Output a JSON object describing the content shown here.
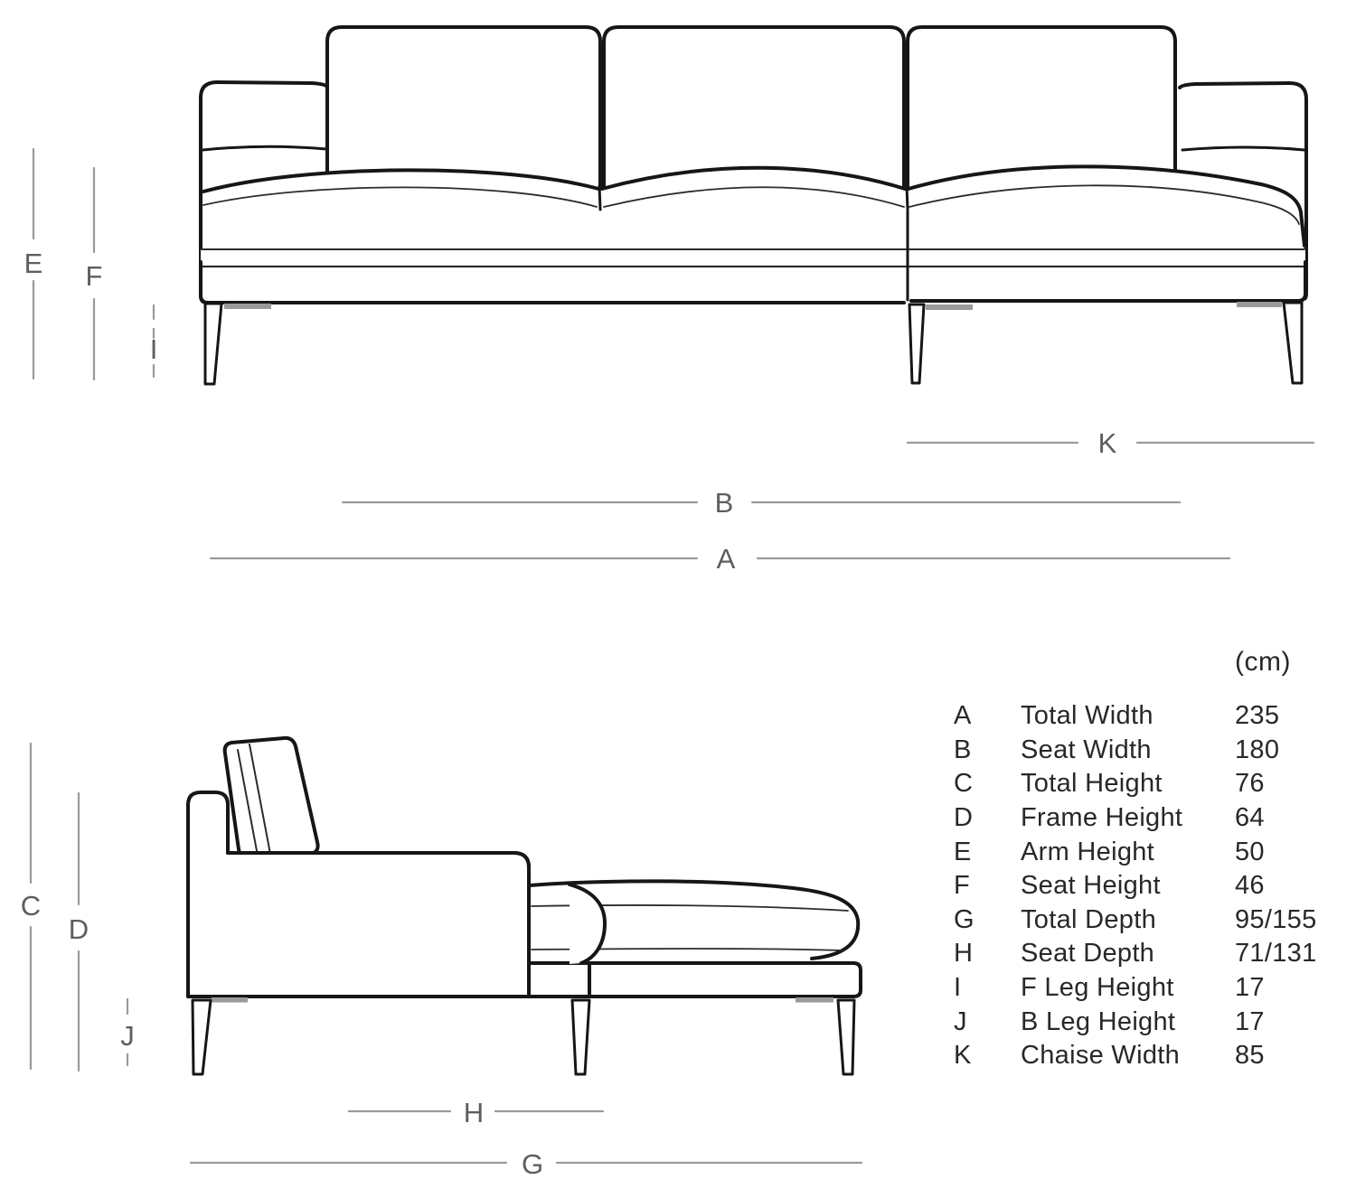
{
  "front_view": {
    "labels": {
      "E": "E",
      "F": "F",
      "I": "I",
      "K": "K",
      "B": "B",
      "A": "A"
    }
  },
  "side_view": {
    "labels": {
      "C": "C",
      "D": "D",
      "J": "J",
      "H": "H",
      "G": "G"
    }
  },
  "spec_table": {
    "unit": "(cm)",
    "rows": [
      {
        "letter": "A",
        "label": "Total Width",
        "value": "235"
      },
      {
        "letter": "B",
        "label": "Seat Width",
        "value": "180"
      },
      {
        "letter": "C",
        "label": "Total Height",
        "value": "76"
      },
      {
        "letter": "D",
        "label": "Frame Height",
        "value": "64"
      },
      {
        "letter": "E",
        "label": "Arm Height",
        "value": "50"
      },
      {
        "letter": "F",
        "label": "Seat Height",
        "value": "46"
      },
      {
        "letter": "G",
        "label": "Total Depth",
        "value": "95/155"
      },
      {
        "letter": "H",
        "label": "Seat Depth",
        "value": "71/131"
      },
      {
        "letter": "I",
        "label": "F Leg Height",
        "value": "17"
      },
      {
        "letter": "J",
        "label": "B Leg Height",
        "value": "17"
      },
      {
        "letter": "K",
        "label": "Chaise Width",
        "value": "85"
      }
    ]
  },
  "colors": {
    "outline": "#161616",
    "dimension_line": "#9a9a9a",
    "dimension_text": "#5d5e61",
    "table_text": "#28282a",
    "leg_shadow": "#9a9a9a",
    "background": "#ffffff"
  }
}
